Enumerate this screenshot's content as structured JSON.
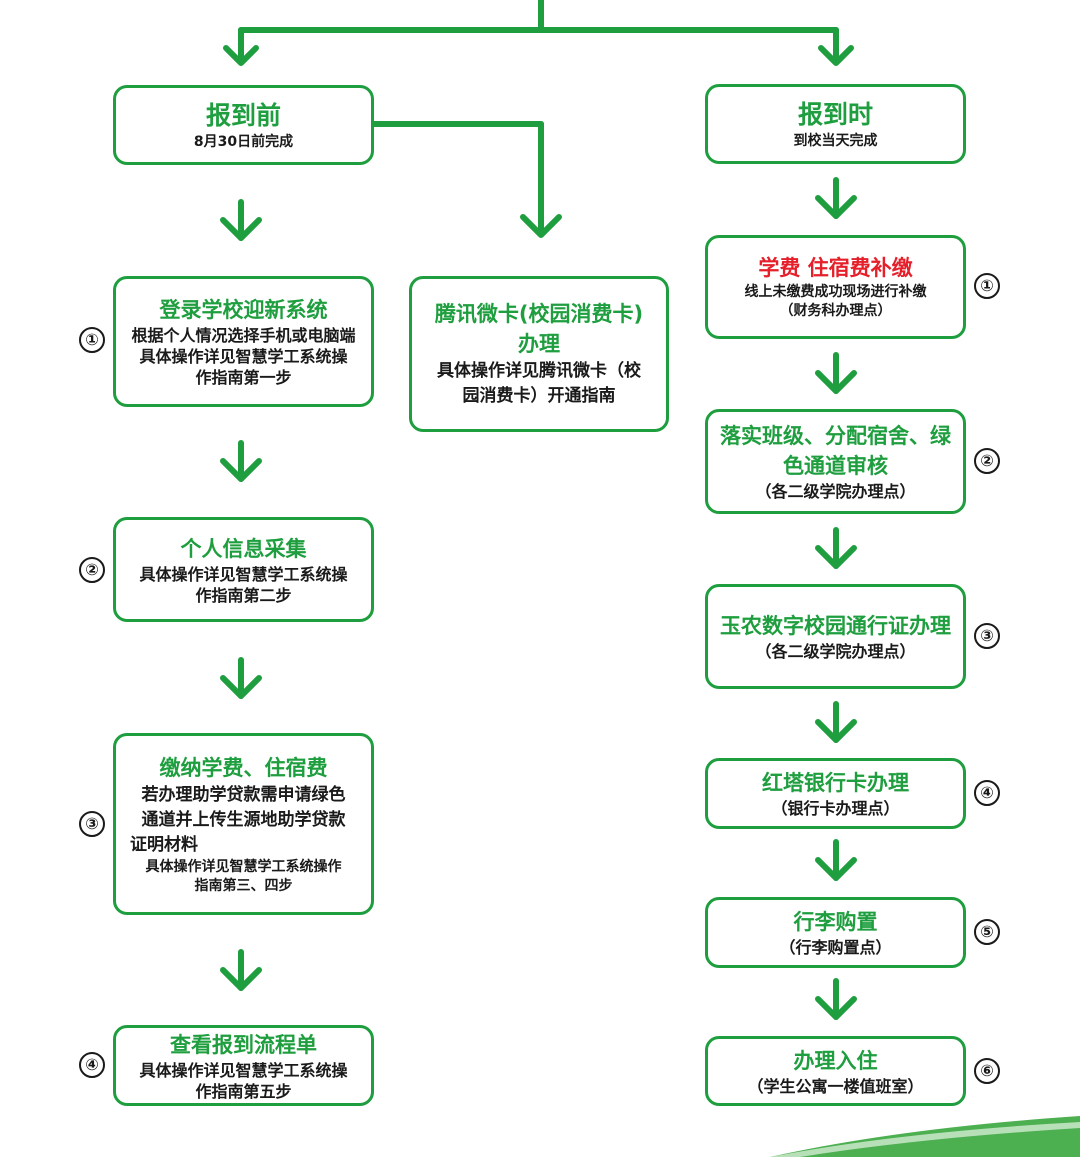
{
  "colors": {
    "accent": "#1e9e3e",
    "highlight": "#e5202a",
    "text": "#1a1a1a"
  },
  "left": {
    "header": {
      "title": "报到前",
      "subtitle": "8月30日前完成"
    },
    "steps": [
      {
        "num": "①",
        "title": "登录学校迎新系统",
        "lines": [
          "根据个人情况选择手机或电脑端",
          "具体操作详见智慧学工系统操",
          "作指南第一步"
        ]
      },
      {
        "num": "②",
        "title": "个人信息采集",
        "lines": [
          "具体操作详见智慧学工系统操",
          "作指南第二步"
        ]
      },
      {
        "num": "③",
        "title": "缴纳学费、住宿费",
        "lines_large": [
          "若办理助学贷款需申请绿色",
          "通道并上传生源地助学贷款",
          "证明材料"
        ],
        "lines_small": [
          "具体操作详见智慧学工系统操作",
          "指南第三、四步"
        ]
      },
      {
        "num": "④",
        "title": "查看报到流程单",
        "lines": [
          "具体操作详见智慧学工系统操",
          "作指南第五步"
        ]
      }
    ]
  },
  "middle": {
    "title_lines": [
      "腾讯微卡(校园消费卡)",
      "办理"
    ],
    "lines": [
      "具体操作详见腾讯微卡（校",
      "园消费卡）开通指南"
    ]
  },
  "right": {
    "header": {
      "title": "报到时",
      "subtitle": "到校当天完成"
    },
    "steps": [
      {
        "num": "①",
        "title": "学费 住宿费补缴",
        "red": true,
        "lines": [
          "线上未缴费成功现场进行补缴",
          "（财务科办理点）"
        ]
      },
      {
        "num": "②",
        "title_lines": [
          "落实班级、分配宿舍、绿",
          "色通道审核"
        ],
        "lines": [
          "（各二级学院办理点）"
        ]
      },
      {
        "num": "③",
        "title": "玉农数字校园通行证办理",
        "lines": [
          "（各二级学院办理点）"
        ]
      },
      {
        "num": "④",
        "title": "红塔银行卡办理",
        "lines": [
          "（银行卡办理点）"
        ]
      },
      {
        "num": "⑤",
        "title": "行李购置",
        "lines": [
          "（行李购置点）"
        ]
      },
      {
        "num": "⑥",
        "title": "办理入住",
        "lines": [
          "（学生公寓一楼值班室）"
        ]
      }
    ]
  }
}
